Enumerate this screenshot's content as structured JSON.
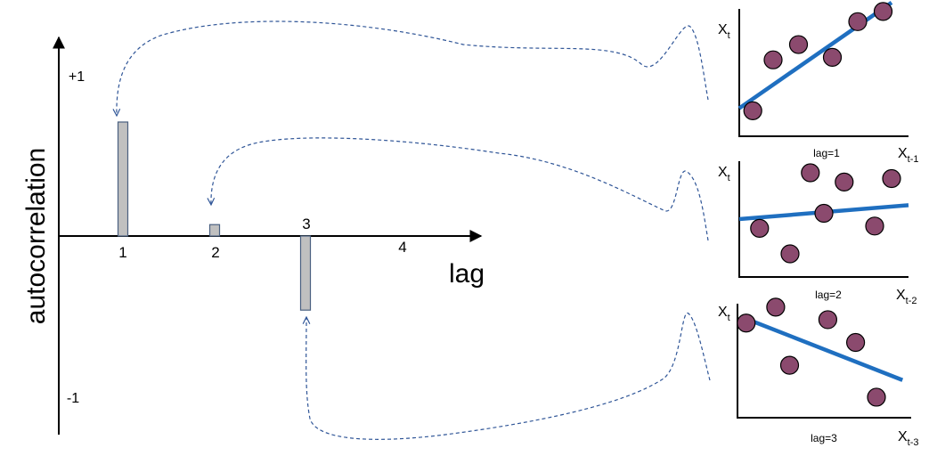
{
  "acf": {
    "ylabel": "autocorrelation",
    "xlabel": "lag",
    "ytick_top": "+1",
    "ytick_bottom": "-1",
    "lag_labels": [
      "1",
      "2",
      "3",
      "4"
    ],
    "bars": [
      {
        "lag": 1,
        "value": 1.0
      },
      {
        "lag": 2,
        "value": 0.1
      },
      {
        "lag": 3,
        "value": -0.65
      }
    ]
  },
  "colors": {
    "bar_fill": "#c0c0c0",
    "bar_stroke": "#4a6080",
    "arrow": "#2f5597",
    "fit_line": "#1f6fc0",
    "dot_fill": "#8b4a6e"
  },
  "panels": [
    {
      "ylabel_base": "X",
      "ylabel_sub": "t",
      "xlabel_base": "X",
      "xlabel_sub": "t-1",
      "caption": "lag=1",
      "points": [
        [
          0.08,
          0.2
        ],
        [
          0.2,
          0.6
        ],
        [
          0.35,
          0.72
        ],
        [
          0.55,
          0.62
        ],
        [
          0.7,
          0.9
        ],
        [
          0.85,
          0.98
        ]
      ],
      "fit": [
        [
          0,
          0.22
        ],
        [
          0.9,
          1.05
        ]
      ]
    },
    {
      "ylabel_base": "X",
      "ylabel_sub": "t",
      "xlabel_base": "X",
      "xlabel_sub": "t-2",
      "caption": "lag=2",
      "points": [
        [
          0.12,
          0.42
        ],
        [
          0.3,
          0.2
        ],
        [
          0.42,
          0.9
        ],
        [
          0.5,
          0.55
        ],
        [
          0.62,
          0.82
        ],
        [
          0.8,
          0.44
        ],
        [
          0.9,
          0.85
        ]
      ],
      "fit": [
        [
          0,
          0.5
        ],
        [
          1,
          0.62
        ]
      ]
    },
    {
      "ylabel_base": "X",
      "ylabel_sub": "t",
      "xlabel_base": "X",
      "xlabel_sub": "t-3",
      "caption": "lag=3",
      "points": [
        [
          0.05,
          0.83
        ],
        [
          0.22,
          0.97
        ],
        [
          0.3,
          0.46
        ],
        [
          0.52,
          0.86
        ],
        [
          0.68,
          0.66
        ],
        [
          0.8,
          0.18
        ]
      ],
      "fit": [
        [
          0.03,
          0.88
        ],
        [
          0.95,
          0.33
        ]
      ]
    }
  ]
}
